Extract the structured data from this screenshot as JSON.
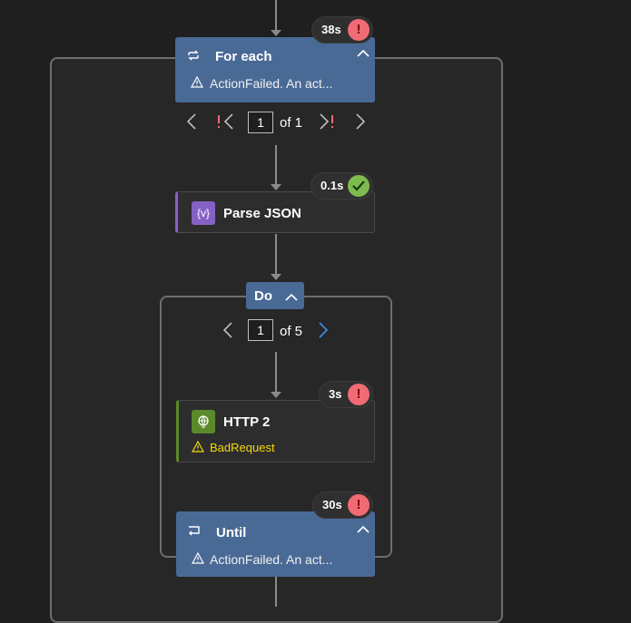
{
  "for_each": {
    "title": "For each",
    "status_text": "ActionFailed. An act...",
    "duration": "38s",
    "status": "failed",
    "pagination": {
      "current": "1",
      "of_label": "of 1"
    }
  },
  "parse_json": {
    "title": "Parse JSON",
    "duration": "0.1s",
    "status": "succeeded",
    "icon_label": "{v}"
  },
  "do_scope": {
    "title": "Do",
    "pagination": {
      "current": "1",
      "of_label": "of 5"
    }
  },
  "http2": {
    "title": "HTTP 2",
    "status_text": "BadRequest",
    "duration": "3s",
    "status": "failed"
  },
  "until": {
    "title": "Until",
    "status_text": "ActionFailed. An act...",
    "duration": "30s",
    "status": "failed"
  },
  "colors": {
    "scope_blue": "#4a6a96",
    "failed_red": "#f06b74",
    "success_green": "#7fba4f",
    "warning_yellow": "#f5d90a",
    "parse_json_purple": "#8661c5",
    "http_green": "#5b8a2a",
    "link_blue": "#3b8eea"
  }
}
